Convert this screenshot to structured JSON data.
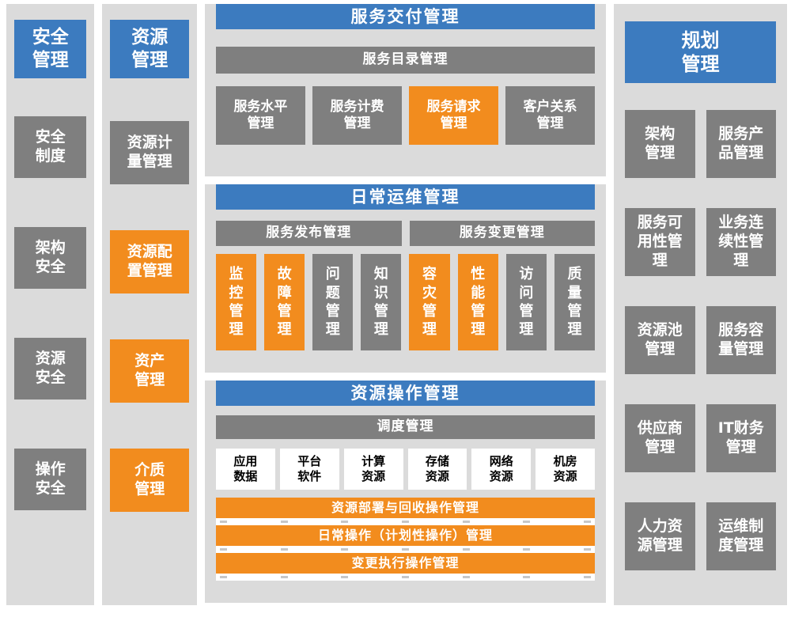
{
  "colors": {
    "blue": "#3C7BBF",
    "gray": "#7F7F7F",
    "orange": "#F28C1E",
    "panel_bg": "#DBDBDB"
  },
  "security_column": {
    "header": "安全\n管理",
    "items": [
      {
        "label": "安全\n制度",
        "color": "gray"
      },
      {
        "label": "架构\n安全",
        "color": "gray"
      },
      {
        "label": "资源\n安全",
        "color": "gray"
      },
      {
        "label": "操作\n安全",
        "color": "gray"
      }
    ]
  },
  "resource_column": {
    "header": "资源\n管理",
    "items": [
      {
        "label": "资源计\n量管理",
        "color": "gray"
      },
      {
        "label": "资源配\n置管理",
        "color": "orange"
      },
      {
        "label": "资产\n管理",
        "color": "orange"
      },
      {
        "label": "介质\n管理",
        "color": "orange"
      }
    ]
  },
  "service_delivery_panel": {
    "title": "服务交付管理",
    "catalog_bar": "服务目录管理",
    "items": [
      {
        "label": "服务水平\n管理",
        "color": "gray"
      },
      {
        "label": "服务计费\n管理",
        "color": "gray"
      },
      {
        "label": "服务请求\n管理",
        "color": "orange"
      },
      {
        "label": "客户关系\n管理",
        "color": "gray"
      }
    ]
  },
  "daily_operations_panel": {
    "title": "日常运维管理",
    "release_bar": "服务发布管理",
    "change_bar": "服务变更管理",
    "items": [
      {
        "label": "监\n控\n管\n理",
        "color": "orange"
      },
      {
        "label": "故\n障\n管\n理",
        "color": "orange"
      },
      {
        "label": "问\n题\n管\n理",
        "color": "gray"
      },
      {
        "label": "知\n识\n管\n理",
        "color": "gray"
      },
      {
        "label": "容\n灾\n管\n理",
        "color": "orange"
      },
      {
        "label": "性\n能\n管\n理",
        "color": "orange"
      },
      {
        "label": "访\n问\n管\n理",
        "color": "gray"
      },
      {
        "label": "质\n量\n管\n理",
        "color": "gray"
      }
    ]
  },
  "resource_operations_panel": {
    "title": "资源操作管理",
    "dispatch_bar": "调度管理",
    "resources": [
      "应用\n数据",
      "平台\n软件",
      "计算\n资源",
      "存储\n资源",
      "网络\n资源",
      "机房\n资源"
    ],
    "operation_bars": [
      "资源部署与回收操作管理",
      "日常操作（计划性操作）管理",
      "变更执行操作管理"
    ]
  },
  "planning_column": {
    "header": "规划\n管理",
    "items": [
      {
        "label": "架构\n管理"
      },
      {
        "label": "服务产\n品管理"
      },
      {
        "label": "服务可\n用性管\n理"
      },
      {
        "label": "业务连\n续性管\n理"
      },
      {
        "label": "资源池\n管理"
      },
      {
        "label": "服务容\n量管理"
      },
      {
        "label": "供应商\n管理"
      },
      {
        "label": "IT财务\n管理"
      },
      {
        "label": "人力资\n源管理"
      },
      {
        "label": "运维制\n度管理"
      }
    ]
  }
}
